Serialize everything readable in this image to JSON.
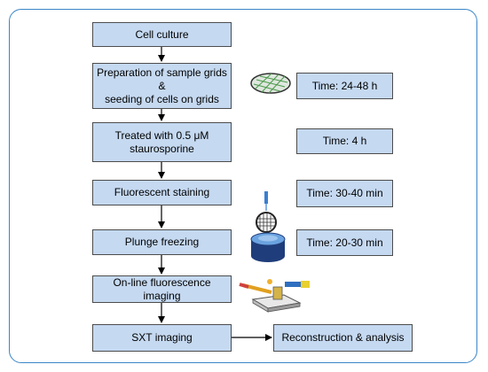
{
  "steps": [
    "Cell culture",
    "Preparation of sample grids &\nseeding  of cells on grids",
    "Treated with 0.5 μM\nstaurosporine",
    "Fluorescent staining",
    "Plunge freezing",
    "On-line fluorescence imaging",
    "SXT imaging"
  ],
  "times": [
    "Time: 24-48 h",
    "Time: 4 h",
    "Time: 30-40 min",
    "Time: 20-30 min"
  ],
  "final": "Reconstruction & analysis",
  "colors": {
    "box_fill": "#c5d9f1",
    "box_border": "#4d4d4d",
    "frame_border": "#3a86c8",
    "arrow": "#000000"
  },
  "icons": [
    "grid-icon",
    "pipette-grid-icon",
    "cryo-dewar-icon",
    "microscope-stage-icon"
  ]
}
